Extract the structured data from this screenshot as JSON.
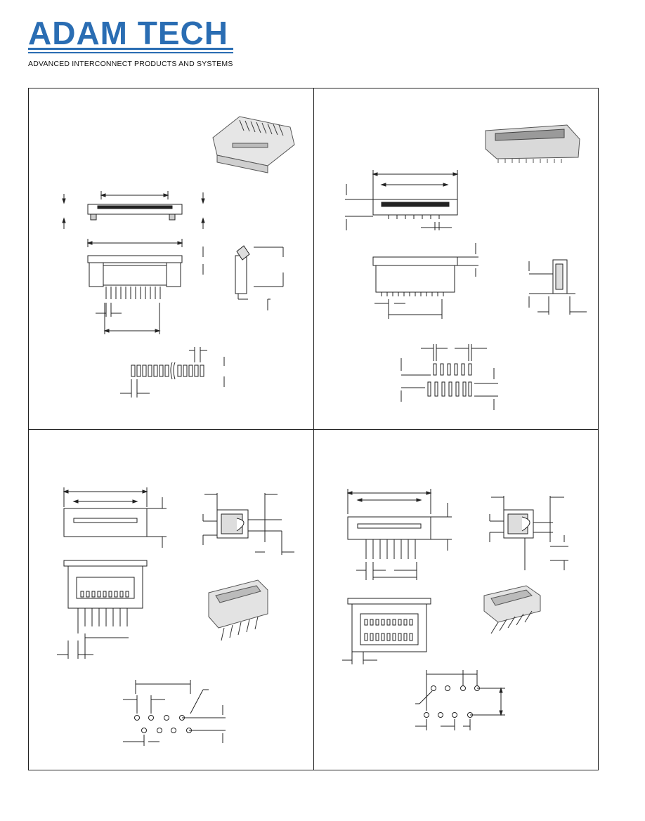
{
  "brand": {
    "logo_text": "ADAM TECH",
    "tagline": "ADVANCED INTERCONNECT PRODUCTS AND SYSTEMS",
    "accent_color": "#2a6db3"
  },
  "panels": [
    {
      "position": "top-left",
      "content": "connector drawing"
    },
    {
      "position": "top-right",
      "content": "connector drawing"
    },
    {
      "position": "bottom-left",
      "content": "connector drawing"
    },
    {
      "position": "bottom-right",
      "content": "connector drawing"
    }
  ]
}
